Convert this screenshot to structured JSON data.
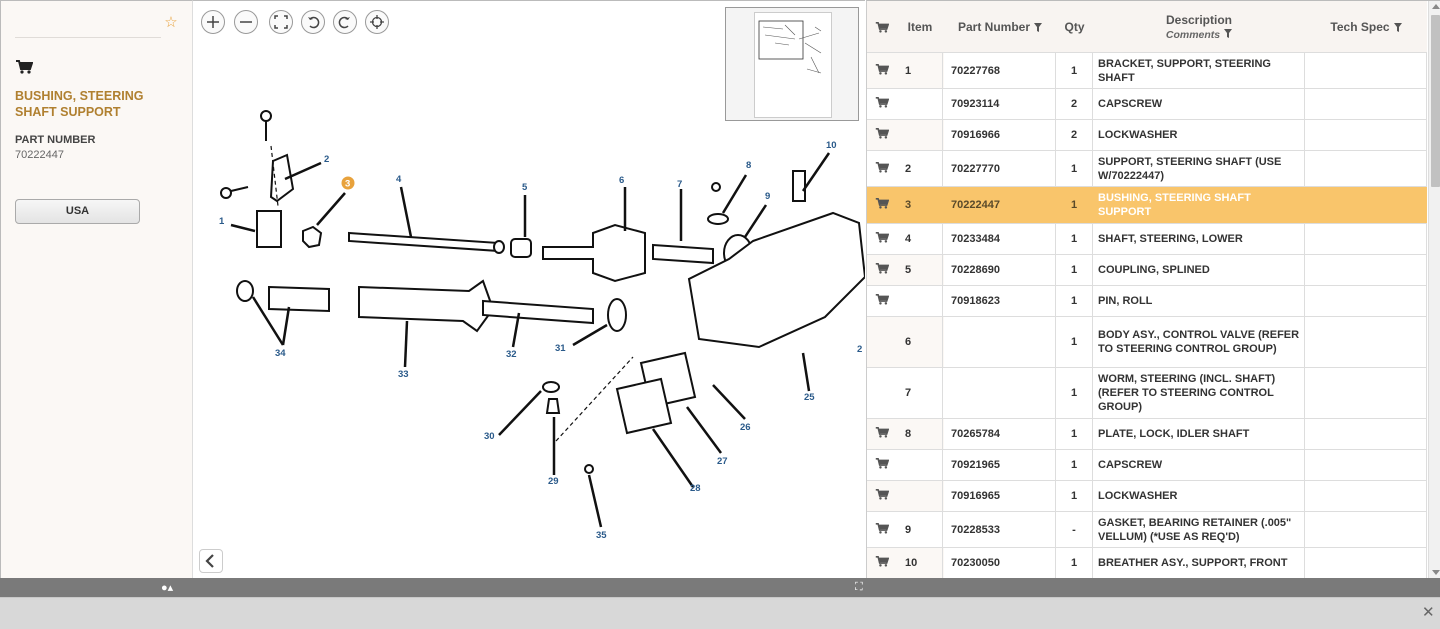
{
  "left_panel": {
    "part_title": "BUSHING, STEERING SHAFT SUPPORT",
    "part_number_label": "PART NUMBER",
    "part_number_value": "70222447",
    "region_button": "USA"
  },
  "diagram": {
    "callouts": [
      "1",
      "2",
      "3",
      "4",
      "5",
      "6",
      "7",
      "8",
      "9",
      "10",
      "34",
      "33",
      "32",
      "31",
      "30",
      "29",
      "28",
      "27",
      "26",
      "25",
      "35",
      "2"
    ],
    "highlighted_callout": "3"
  },
  "table": {
    "headers": {
      "item": "Item",
      "part_number": "Part Number",
      "qty": "Qty",
      "description": "Description",
      "comments": "Comments",
      "tech_spec": "Tech Spec"
    },
    "rows": [
      {
        "item": "1",
        "part_number": "70227768",
        "qty": "1",
        "description": "BRACKET, SUPPORT, STEERING SHAFT",
        "cart": true
      },
      {
        "item": "",
        "part_number": "70923114",
        "qty": "2",
        "description": "CAPSCREW",
        "cart": true
      },
      {
        "item": "",
        "part_number": "70916966",
        "qty": "2",
        "description": "LOCKWASHER",
        "cart": true
      },
      {
        "item": "2",
        "part_number": "70227770",
        "qty": "1",
        "description": "SUPPORT, STEERING SHAFT (USE W/70222447)",
        "cart": true
      },
      {
        "item": "3",
        "part_number": "70222447",
        "qty": "1",
        "description": "BUSHING, STEERING SHAFT SUPPORT",
        "cart": true,
        "selected": true
      },
      {
        "item": "4",
        "part_number": "70233484",
        "qty": "1",
        "description": "SHAFT, STEERING, LOWER",
        "cart": true
      },
      {
        "item": "5",
        "part_number": "70228690",
        "qty": "1",
        "description": "COUPLING, SPLINED",
        "cart": true
      },
      {
        "item": "",
        "part_number": "70918623",
        "qty": "1",
        "description": "PIN, ROLL",
        "cart": true
      },
      {
        "item": "6",
        "part_number": "",
        "qty": "1",
        "description": "BODY ASY., CONTROL VALVE (REFER TO STEERING CONTROL GROUP)",
        "cart": false
      },
      {
        "item": "7",
        "part_number": "",
        "qty": "1",
        "description": "WORM, STEERING (INCL. SHAFT) (REFER TO STEERING CONTROL GROUP)",
        "cart": false
      },
      {
        "item": "8",
        "part_number": "70265784",
        "qty": "1",
        "description": "PLATE, LOCK, IDLER SHAFT",
        "cart": true
      },
      {
        "item": "",
        "part_number": "70921965",
        "qty": "1",
        "description": "CAPSCREW",
        "cart": true
      },
      {
        "item": "",
        "part_number": "70916965",
        "qty": "1",
        "description": "LOCKWASHER",
        "cart": true
      },
      {
        "item": "9",
        "part_number": "70228533",
        "qty": "-",
        "description": "GASKET, BEARING RETAINER (.005\" VELLUM) (*USE AS REQ'D)",
        "cart": true
      },
      {
        "item": "10",
        "part_number": "70230050",
        "qty": "1",
        "description": "BREATHER ASY., SUPPORT, FRONT",
        "cart": true
      }
    ]
  },
  "colors": {
    "accent": "#b08030",
    "selected_row": "#f9c56b",
    "callout_highlight": "#e8a23c",
    "callout_text": "#2a5a8a"
  }
}
